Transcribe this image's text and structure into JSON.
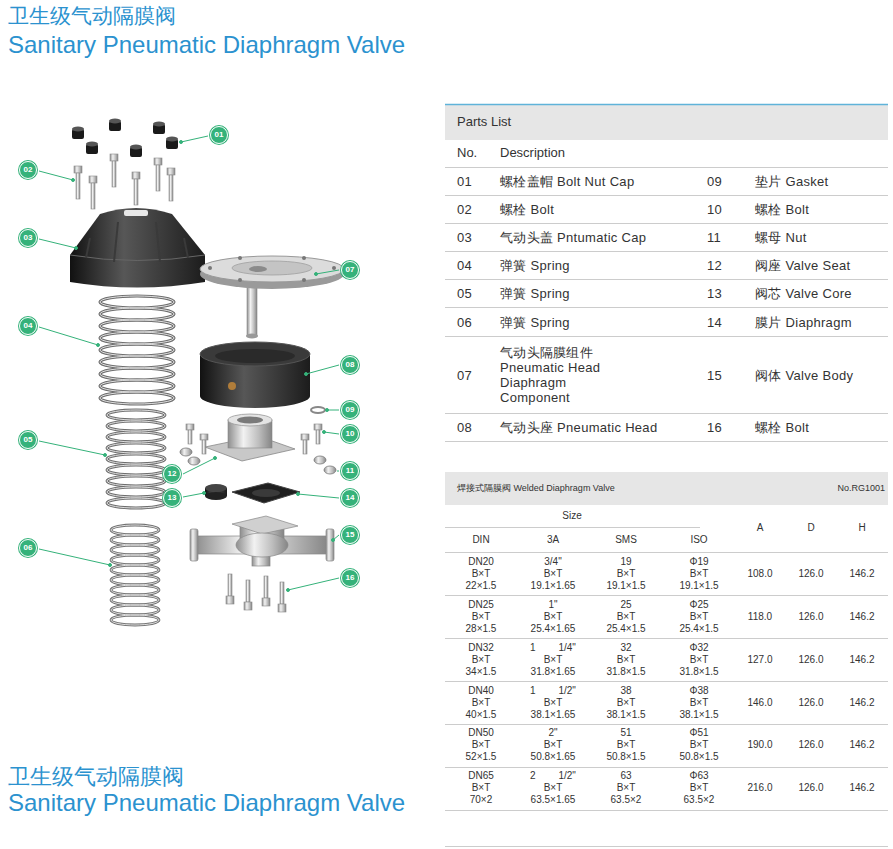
{
  "diagram": {
    "title": "卫生级气动隔膜阀",
    "nodes": [
      {
        "text": [
          "01"
        ]
      },
      {
        "text": [
          "02"
        ]
      },
      {
        "text": [
          "03"
        ]
      },
      {
        "text": [
          "04"
        ]
      },
      {
        "text": [
          "05"
        ]
      },
      {
        "text": [
          "06"
        ]
      },
      {
        "text": [
          "07"
        ]
      },
      {
        "text": [
          "08"
        ]
      },
      {
        "text": [
          "09"
        ]
      },
      {
        "text": [
          "10"
        ]
      },
      {
        "text": [
          "11"
        ]
      },
      {
        "text": [
          "12"
        ]
      },
      {
        "text": [
          "13"
        ]
      },
      {
        "text": [
          "14"
        ]
      },
      {
        "text": [
          "15"
        ]
      },
      {
        "text": [
          "16"
        ]
      }
    ],
    "labels": [
      "Sanitary Pneumatic Diaphragm Valve",
      "Parts List",
      "No.",
      "Description",
      "01",
      "螺栓盖帽 Bolt Nut Cap",
      "09",
      "垫片 Gasket",
      "02",
      "螺栓 Bolt",
      "10",
      "螺栓 Bolt",
      "03",
      "气动头盖 Pntumatic Cap",
      "11",
      "螺母 Nut",
      "04",
      "弹簧 Spring",
      "12",
      "阀座 Valve Seat",
      "05",
      "弹簧 Spring",
      "13",
      "阀芯 Valve Core",
      "06",
      "弹簧 Spring",
      "14",
      "膜片 Diaphragm",
      "07",
      "气动头隔膜组件 Pneumatic Head Diaphragm Component",
      "15",
      "阀体 Valve Body",
      "08",
      "气动头座 Pneumatic Head",
      "16",
      "螺栓 Bolt",
      "焊接式隔膜阀 Welded Diaphragm Valve",
      "No.RG1001",
      "Size",
      "A",
      "D",
      "H",
      "DIN",
      "3A",
      "SMS",
      "ISO",
      "DN20 B×T 22×1.5",
      "3/4\" B×T 19.1×1.65",
      "19 B×T 19.1×1.5",
      "Φ19 B×T 19.1×1.5",
      "108.0",
      "126.0",
      "146.2",
      "DN25 B×T 28×1.5",
      "1\" B×T 25.4×1.65",
      "25 B×T 25.4×1.5",
      "Φ25 B×T 25.4×1.5",
      "118.0",
      "126.0",
      "146.2",
      "DN32 B×T 34×1.5",
      "1 1/4\" B×T 31.8×1.65",
      "32 B×T 31.8×1.5",
      "Φ32 B×T 31.8×1.5",
      "127.0",
      "126.0",
      "146.2",
      "DN40 B×T 40×1.5",
      "1 1/2\" B×T 38.1×1.65",
      "38 B×T 38.1×1.5",
      "Φ38 B×T 38.1×1.5",
      "146.0",
      "126.0",
      "146.2",
      "DN50 B×T 52×1.5",
      "2\" B×T 50.8×1.65",
      "51 B×T 50.8×1.5",
      "Φ51 B×T 50.8×1.5",
      "190.0",
      "126.0",
      "146.2",
      "DN65 B×T 70×2",
      "2 1/2\" B×T 63.5×1.65",
      "63 B×T 63.5×2",
      "Φ63 B×T 63.5×2",
      "216.0",
      "126.0",
      "146.2",
      "卫生级气动隔膜阀",
      "Sanitary Pneumatic Diaphragm Valve"
    ]
  }
}
